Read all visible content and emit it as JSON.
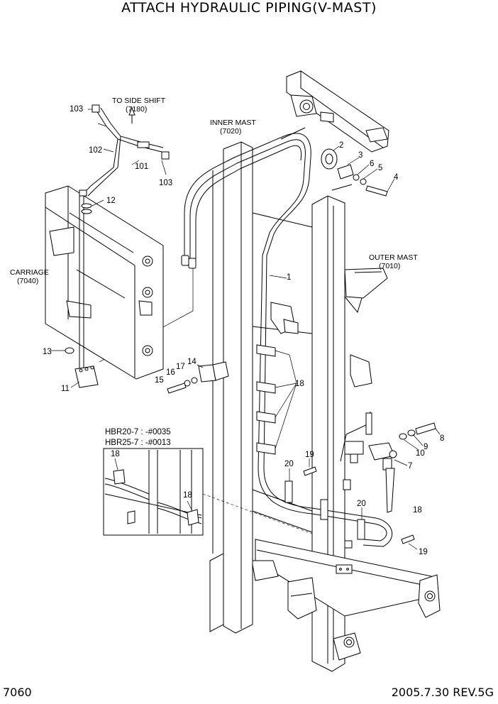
{
  "title": "ATTACH HYDRAULIC PIPING(V-MAST)",
  "footer": {
    "page_code": "7060",
    "date_rev": "2005.7.30  REV.5G"
  },
  "callouts": {
    "to_side_shift": {
      "line1": "TO SIDE SHIFT",
      "line2": "(7180)"
    },
    "inner_mast": {
      "line1": "INNER MAST",
      "line2": "(7020)"
    },
    "outer_mast": {
      "line1": "OUTER MAST",
      "line2": "(7010)"
    },
    "carriage": {
      "line1": "CARRIAGE",
      "line2": "(7040)"
    }
  },
  "serial_note": {
    "line1": "HBR20-7 : -#0035",
    "line2": "HBR25-7 : -#0013"
  },
  "part_numbers": {
    "p1": "1",
    "p2": "2",
    "p3": "3",
    "p4": "4",
    "p5": "5",
    "p6": "6",
    "p7": "7",
    "p8": "8",
    "p9": "9",
    "p10": "10",
    "p11": "11",
    "p12": "12",
    "p13": "13",
    "p14": "14",
    "p15": "15",
    "p16": "16",
    "p17": "17",
    "p18a": "18",
    "p18b": "18",
    "p18c": "18",
    "p18d": "18",
    "p19a": "19",
    "p19b": "19",
    "p20a": "20",
    "p20b": "20",
    "p101": "101",
    "p102": "102",
    "p103a": "103",
    "p103b": "103"
  }
}
